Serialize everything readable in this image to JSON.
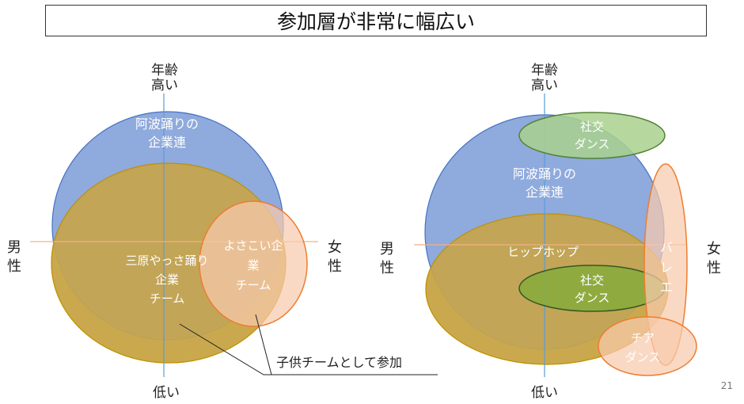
{
  "slide": {
    "title": "参加層が非常に幅広い",
    "page_number": "21"
  },
  "axes": {
    "top_line1": "年齢",
    "top_line2": "高い",
    "bottom": "低い",
    "left_line1": "男",
    "left_line2": "性",
    "right_line1": "女",
    "right_line2": "性"
  },
  "left_diagram": {
    "awa_odori_line1": "阿波踊りの",
    "awa_odori_line2": "企業連",
    "mihara_line1": "三原やっさ踊り",
    "mihara_line2": "企業",
    "mihara_line3": "チーム",
    "yosakoi_line1": "よさこい企",
    "yosakoi_line2": "業",
    "yosakoi_line3": "チーム",
    "callout": "子供チームとして参加"
  },
  "right_diagram": {
    "awa_odori_line1": "阿波踊りの",
    "awa_odori_line2": "企業連",
    "social_dance_top_line1": "社交",
    "social_dance_top_line2": "ダンス",
    "hiphop": "ヒップホップ",
    "social_dance_mid_line1": "社交",
    "social_dance_mid_line2": "ダンス",
    "ballet_line1": "バ",
    "ballet_line2": "レ",
    "ballet_line3": "エ",
    "cheer_line1": "チア",
    "cheer_line2": "ダンス"
  },
  "colors": {
    "blue_fill": "#8faadc",
    "blue_stroke": "#4472c4",
    "yellow_fill": "#ffd966",
    "olive_fill": "#c6a54c",
    "orange_fill": "#f8cbad",
    "orange_stroke": "#ed7d31",
    "green_fill": "#a9d18e",
    "green_dark": "#70ad47",
    "axis": "#f4b183"
  }
}
